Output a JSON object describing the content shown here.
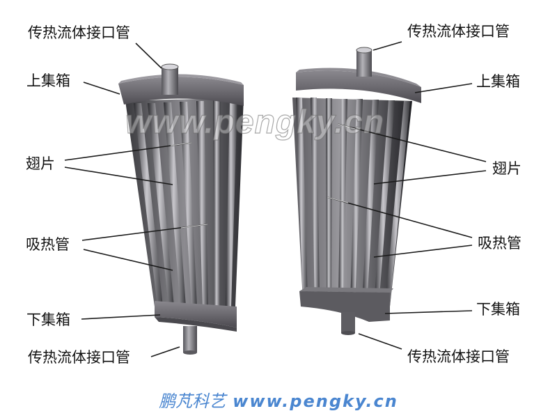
{
  "diagram": {
    "left_unit": {
      "labels": {
        "inlet_pipe_top": "传热流体接口管",
        "upper_header": "上集箱",
        "fin": "翅片",
        "absorber_tube": "吸热管",
        "lower_header": "下集箱",
        "inlet_pipe_bottom": "传热流体接口管"
      }
    },
    "right_unit": {
      "labels": {
        "inlet_pipe_top": "传热流体接口管",
        "upper_header": "上集箱",
        "fin": "翅片",
        "absorber_tube": "吸热管",
        "lower_header": "下集箱",
        "inlet_pipe_bottom": "传热流体接口管"
      }
    },
    "watermark": "www.pengky.cn",
    "colors": {
      "metal_dark": "#3c3c40",
      "metal_mid": "#6e6c72",
      "metal_light": "#a9a8ad",
      "leader_line": "#1a1a1a",
      "footer_blue": "#4a86d0"
    }
  },
  "footer": {
    "brand": "鹏芃科艺",
    "url": "www.pengky.cn"
  }
}
